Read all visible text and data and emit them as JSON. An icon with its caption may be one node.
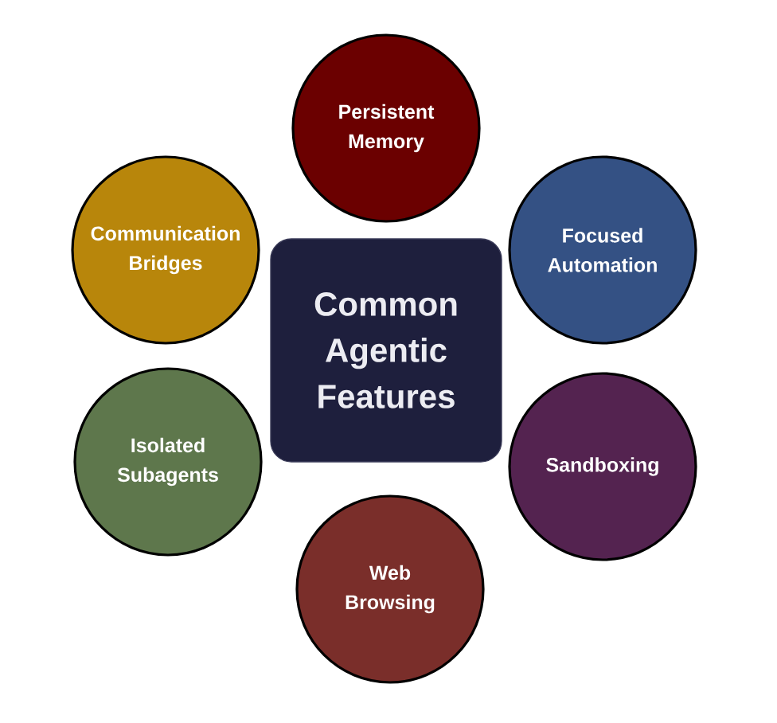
{
  "diagram": {
    "nodes": [
      {
        "text": [
          "Common Agentic Features"
        ]
      },
      {
        "text": [
          "Persistent Memory"
        ]
      },
      {
        "text": [
          "Focused Automation"
        ]
      },
      {
        "text": [
          "Sandboxing"
        ]
      },
      {
        "text": [
          "Web Browsing"
        ]
      },
      {
        "text": [
          "Isolated Subagents"
        ]
      },
      {
        "text": [
          "Communication Bridges"
        ]
      }
    ]
  }
}
